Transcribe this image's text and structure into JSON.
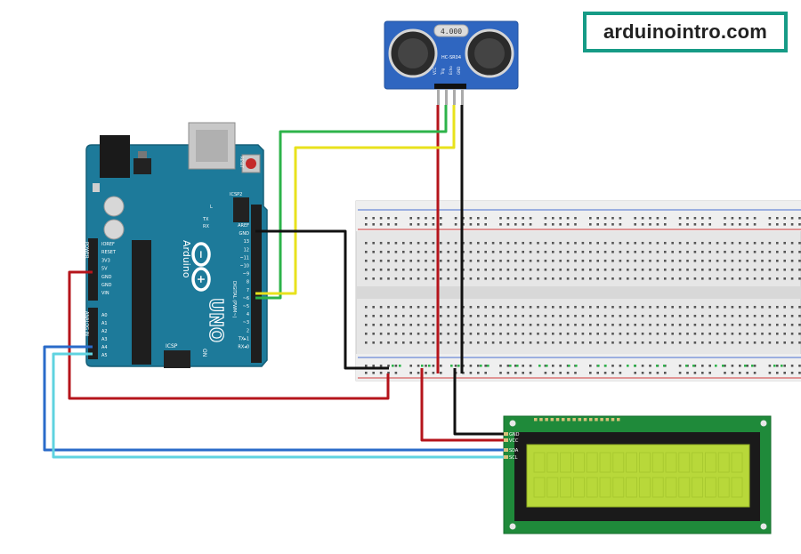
{
  "brand": {
    "text": "arduinointro.com",
    "accent": "#169b86"
  },
  "sensor": {
    "display": "4.000",
    "model": "HC-SR04",
    "pins": [
      "VCC",
      "Trig",
      "Echo",
      "GND"
    ]
  },
  "arduino": {
    "logo": "Arduino",
    "model": "UNO",
    "top_labels": [
      "ICSP2",
      "L",
      "TX",
      "RX",
      "AREF",
      "GND",
      "13",
      "12",
      "~11",
      "~10",
      "~9",
      "8",
      "7",
      "~6",
      "~5",
      "4",
      "~3",
      "2",
      "TX▸1",
      "RX◂0"
    ],
    "left_labels": [
      "IOREF",
      "RESET",
      "3V3",
      "5V",
      "GND",
      "GND",
      "VIN",
      "A0",
      "A1",
      "A2",
      "A3",
      "A4",
      "A5"
    ],
    "side_labels": {
      "power": "POWER",
      "analog": "ANALOG IN",
      "digital": "DIGITAL (PWM~)",
      "icsp": "ICSP",
      "on": "ON",
      "reset": "RESET"
    }
  },
  "lcd": {
    "pins": [
      "GND",
      "VCC",
      "SDA",
      "SCL"
    ]
  },
  "wire_colors": {
    "red": "#b5141b",
    "black": "#111111",
    "green": "#2db34a",
    "yellow": "#e8e21c",
    "blue": "#2a6bc9",
    "cyan": "#5fd3e0"
  },
  "board_colors": {
    "arduino": "#1d7a9a",
    "sensor": "#2f66c0",
    "lcd_pcb": "#1f8a3a",
    "lcd_screen": "#b8d83a",
    "breadboard": "#e9e9e9"
  }
}
